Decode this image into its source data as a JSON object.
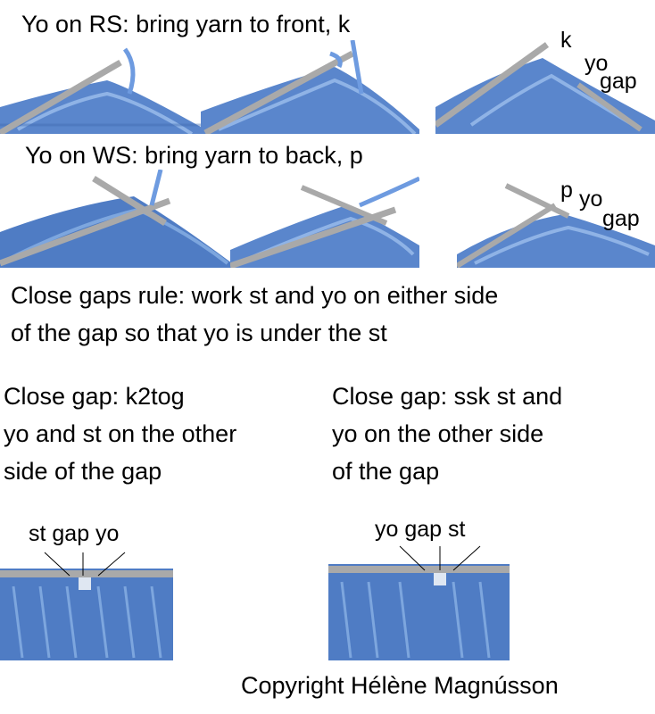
{
  "row1": {
    "caption": "Yo on RS: bring yarn to front, k",
    "labels": {
      "k": "k",
      "yo": "yo",
      "gap": "gap"
    }
  },
  "row2": {
    "caption": "Yo on WS: bring yarn to back, p",
    "labels": {
      "p": "p",
      "yo": "yo",
      "gap": "gap"
    }
  },
  "rule": {
    "line1": "Close gaps rule: work st and yo on either side",
    "line2": "of the gap so that yo is under the st"
  },
  "left_example": {
    "lines": [
      "Close gap: k2tog",
      "yo and st on the other",
      "side of the gap"
    ],
    "photo_label": "st gap yo"
  },
  "right_example": {
    "lines": [
      "Close gap: ssk st and",
      "yo on the other side",
      "of the gap"
    ],
    "photo_label": "yo gap st"
  },
  "copyright": "Copyright Hélène Magnússon",
  "colors": {
    "knit_blue": "#5a86cc",
    "knit_dark": "#3f6aaf",
    "knit_light": "#8fb3e6",
    "needle_gray": "#a9a9a9"
  }
}
